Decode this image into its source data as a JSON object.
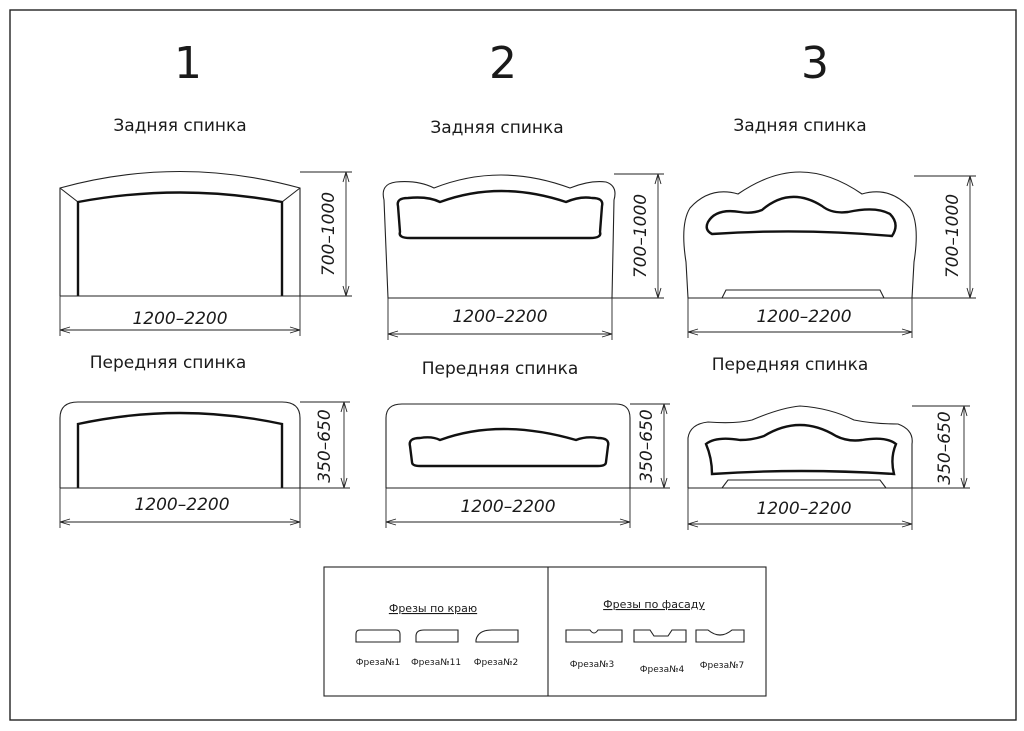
{
  "columns": [
    {
      "number": "1",
      "back_title": "Задняя спинка",
      "front_title": "Передняя спинка",
      "back_width": "1200–2200",
      "back_height": "700–1000",
      "front_width": "1200–2200",
      "front_height": "350–650"
    },
    {
      "number": "2",
      "back_title": "Задняя спинка",
      "front_title": "Передняя спинка",
      "back_width": "1200–2200",
      "back_height": "700–1000",
      "front_width": "1200–2200",
      "front_height": "350–650"
    },
    {
      "number": "3",
      "back_title": "Задняя спинка",
      "front_title": "Передняя спинка",
      "back_width": "1200–2200",
      "back_height": "700–1000",
      "front_width": "1200–2200",
      "front_height": "350–650"
    }
  ],
  "legend": {
    "edge_title": "Фрезы по краю",
    "edge_items": [
      "Фреза№1",
      "Фреза№11",
      "Фреза№2"
    ],
    "facade_title": "Фрезы по фасаду",
    "facade_items": [
      "Фреза№3",
      "Фреза№4",
      "Фреза№7"
    ]
  }
}
